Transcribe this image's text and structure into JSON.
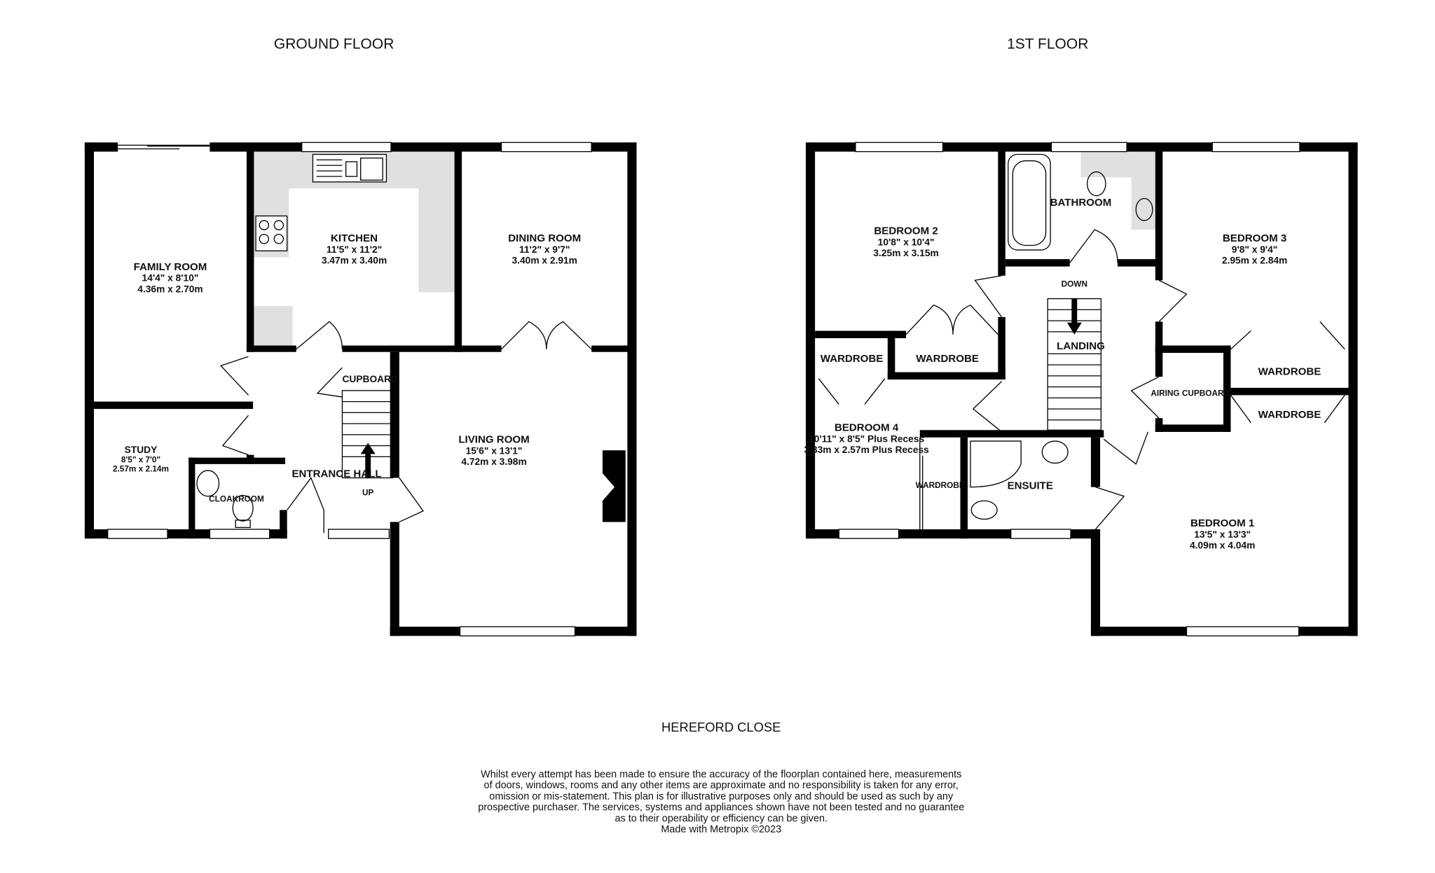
{
  "ground_floor": {
    "title": "GROUND FLOOR",
    "rooms": {
      "family_room": {
        "name": "FAMILY ROOM",
        "imperial": "14'4\"  x 8'10\"",
        "metric": "4.36m  x 2.70m"
      },
      "kitchen": {
        "name": "KITCHEN",
        "imperial": "11'5\"  x 11'2\"",
        "metric": "3.47m  x 3.40m"
      },
      "dining_room": {
        "name": "DINING ROOM",
        "imperial": "11'2\"  x 9'7\"",
        "metric": "3.40m  x 2.91m"
      },
      "living_room": {
        "name": "LIVING ROOM",
        "imperial": "15'6\"  x 13'1\"",
        "metric": "4.72m  x 3.98m"
      },
      "study": {
        "name": "STUDY",
        "imperial": "8'5\"  x 7'0\"",
        "metric": "2.57m  x 2.14m"
      },
      "cloakroom": {
        "name": "CLOAKROOM"
      },
      "cupboard": {
        "name": "CUPBOARD"
      },
      "entrance_hall": {
        "name": "ENTRANCE HALL"
      },
      "stairs_label": "UP"
    }
  },
  "first_floor": {
    "title": "1ST FLOOR",
    "rooms": {
      "bedroom_2": {
        "name": "BEDROOM 2",
        "imperial": "10'8\"  x 10'4\"",
        "metric": "3.25m  x 3.15m"
      },
      "bathroom": {
        "name": "BATHROOM"
      },
      "bedroom_3": {
        "name": "BEDROOM 3",
        "imperial": "9'8\"  x 9'4\"",
        "metric": "2.95m  x 2.84m"
      },
      "landing": {
        "name": "LANDING"
      },
      "stairs_label": "DOWN",
      "wardrobe_a": {
        "name": "WARDROBE"
      },
      "wardrobe_b": {
        "name": "WARDROBE"
      },
      "wardrobe_c": {
        "name": "WARDROBE"
      },
      "wardrobe_d": {
        "name": "WARDROBE"
      },
      "wardrobe_e": {
        "name": "WARDROBE"
      },
      "airing_cupboard": {
        "name": "AIRING CUPBOARD"
      },
      "bedroom_4": {
        "name": "BEDROOM 4",
        "imperial": "10'11\"  x 8'5\" Plus Recess",
        "metric": "3.33m  x 2.57m Plus Recess"
      },
      "ensuite": {
        "name": "ENSUITE"
      },
      "bedroom_1": {
        "name": "BEDROOM 1",
        "imperial": "13'5\"  x 13'3\"",
        "metric": "4.09m  x 4.04m"
      }
    }
  },
  "address": "HEREFORD CLOSE",
  "disclaimer": [
    "Whilst every attempt has been made to ensure the accuracy of the floorplan contained here, measurements",
    "of doors, windows, rooms and any other items are approximate and no responsibility is taken for any error,",
    "omission or mis-statement. This plan is for illustrative purposes only and should be used as such by any",
    "prospective purchaser. The services, systems and appliances shown have not been tested and no guarantee",
    "as to their operability or efficiency can be given.",
    "Made with Metropix ©2023"
  ]
}
